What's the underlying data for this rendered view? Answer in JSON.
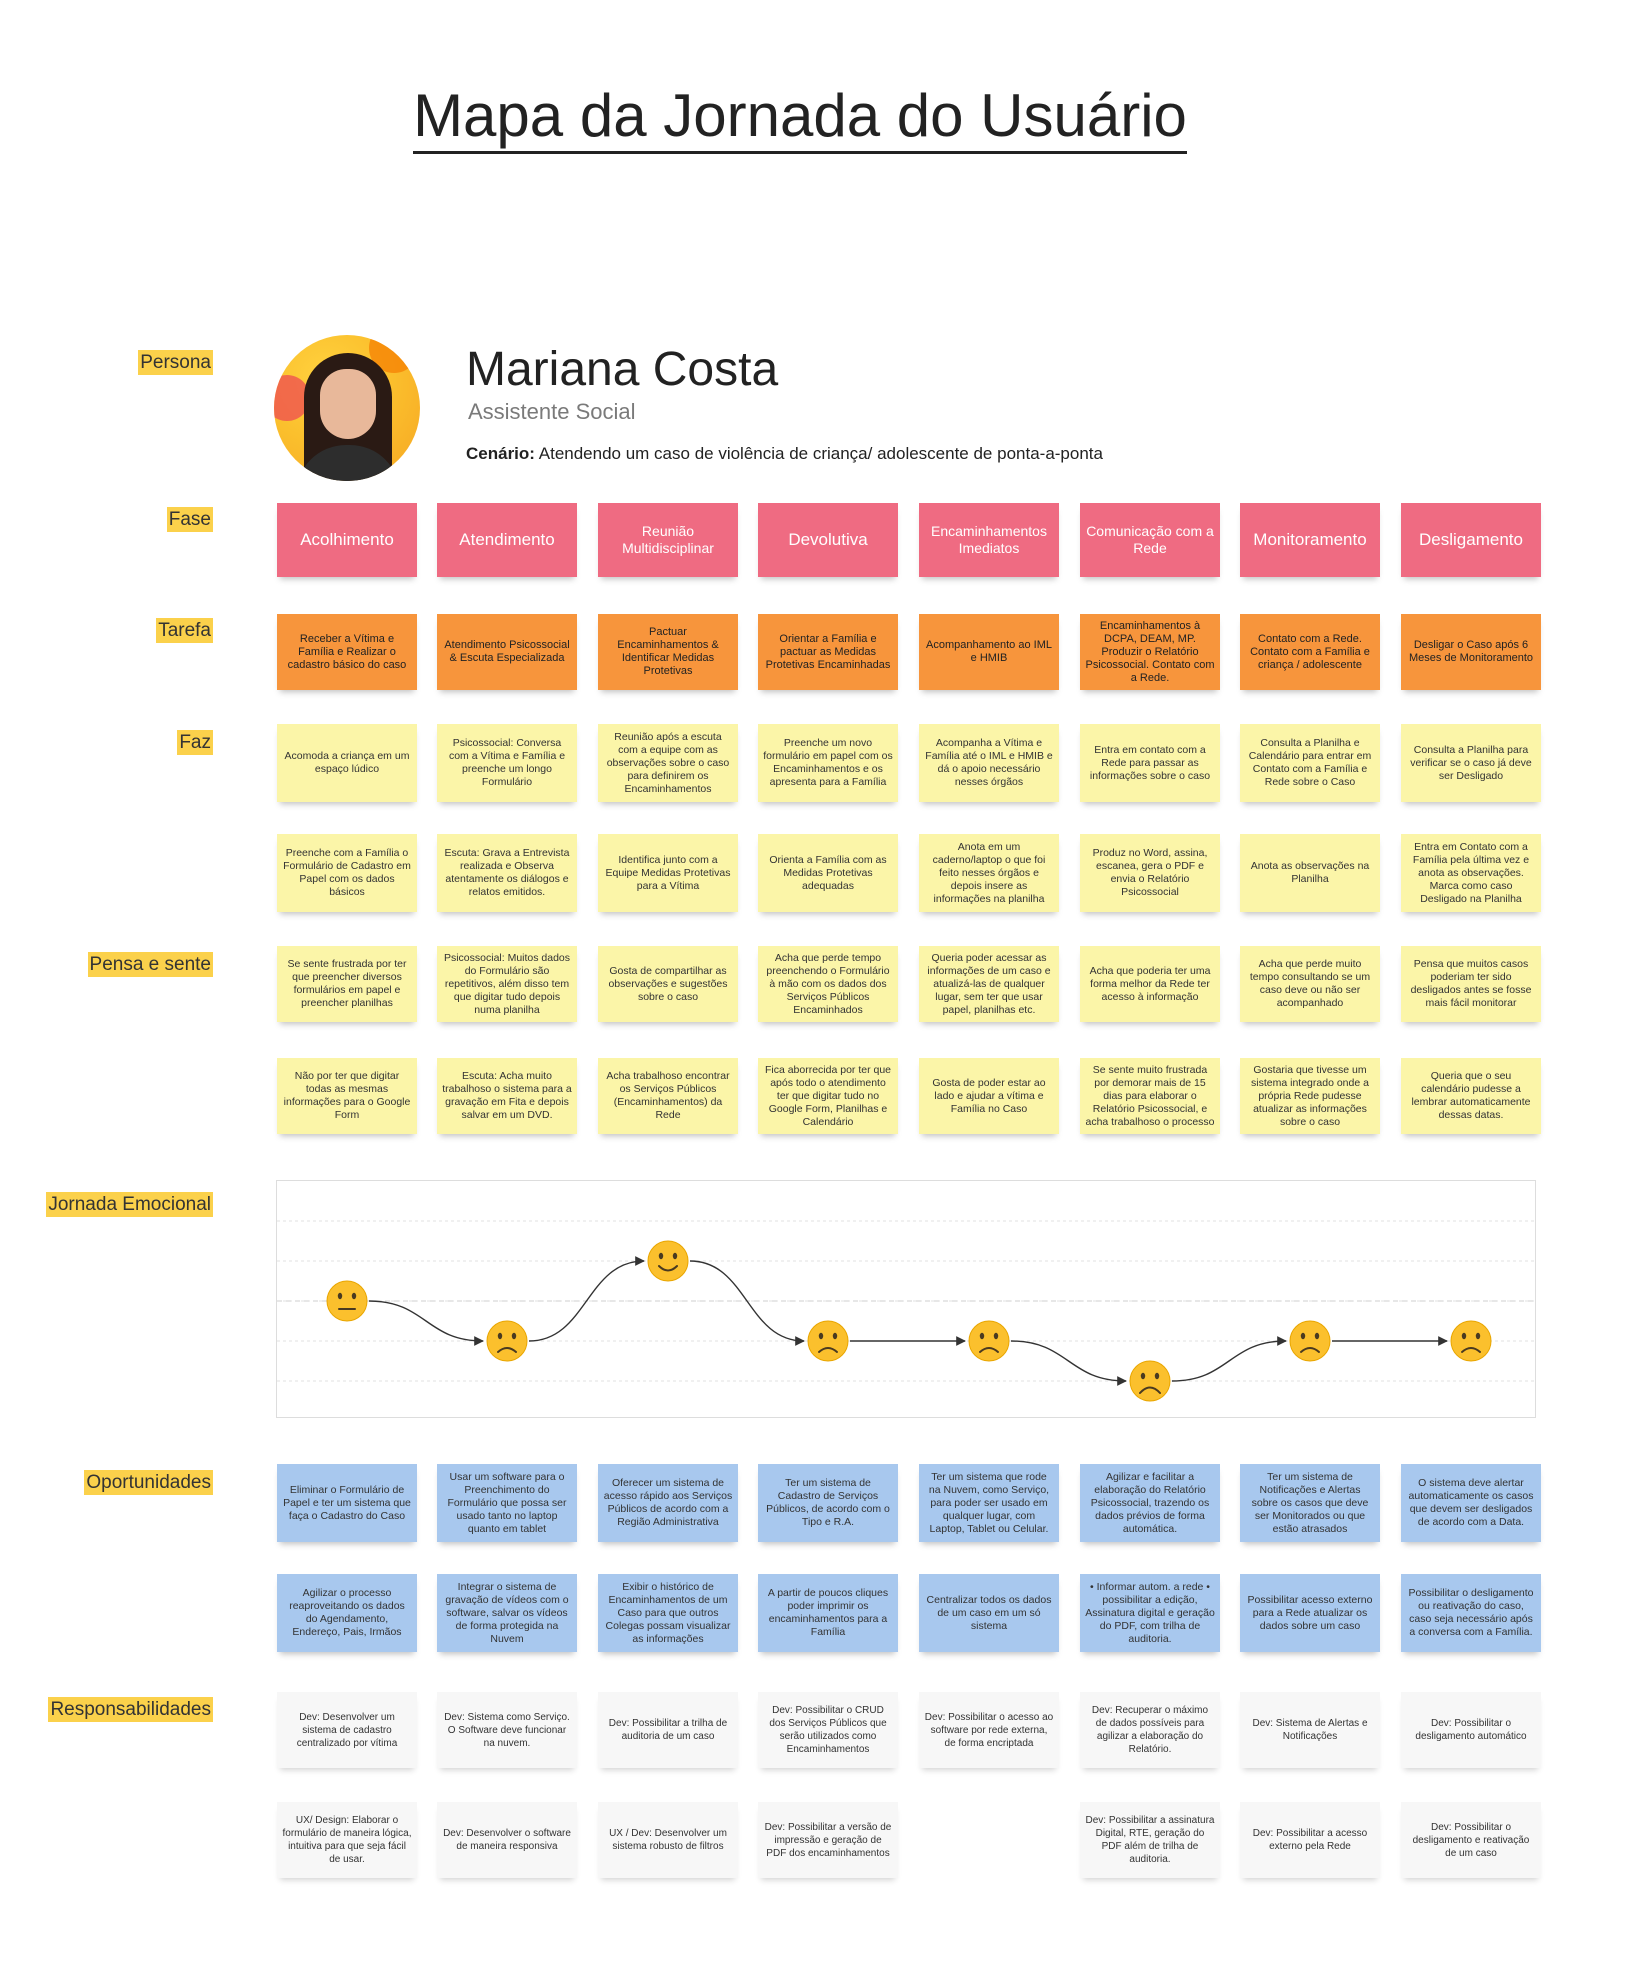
{
  "title": "Mapa da Jornada do Usuário",
  "labels": {
    "persona": "Persona",
    "fase": "Fase",
    "tarefa": "Tarefa",
    "faz": "Faz",
    "pensa": "Pensa e sente",
    "jornada": "Jornada Emocional",
    "oportunidades": "Oportunidades",
    "responsabilidades": "Responsabilidades"
  },
  "persona": {
    "name": "Mariana Costa",
    "role": "Assistente Social",
    "scenario_label": "Cenário:",
    "scenario": " Atendendo um caso de violência de criança/ adolescente de ponta-a-ponta"
  },
  "colors": {
    "fase": "#ef6b82",
    "tarefa": "#f7953c",
    "faz": "#fbf5a8",
    "oportunidades": "#a8c8ee",
    "label_highlight": "#fbd14b",
    "emoji": "#fbc02d"
  },
  "fases": [
    "Acolhimento",
    "Atendimento",
    "Reunião Multidisciplinar",
    "Devolutiva",
    "Encaminhamentos Imediatos",
    "Comunicação com a Rede",
    "Monitoramento",
    "Desligamento"
  ],
  "tarefas": [
    "Receber a Vítima e Família e Realizar o cadastro básico do caso",
    "Atendimento Psicossocial & Escuta Especializada",
    "Pactuar Encaminhamentos & Identificar Medidas Protetivas",
    "Orientar a Família e pactuar as Medidas Protetivas Encaminhadas",
    "Acompanhamento ao IML e HMIB",
    "Encaminhamentos à DCPA, DEAM, MP. Produzir o Relatório Psicossocial. Contato com a Rede.",
    "Contato com a Rede. Contato com a Família e criança / adolescente",
    "Desligar o Caso após 6 Meses de Monitoramento"
  ],
  "faz1": [
    "Acomoda a criança em um espaço lúdico",
    "Psicossocial: Conversa com a Vítima e Família e preenche um longo Formulário",
    "Reunião após a escuta com a equipe com as observações sobre o caso para definirem os Encaminhamentos",
    "Preenche um novo formulário em papel com os Encaminhamentos e os apresenta para a Família",
    "Acompanha a Vítima e Família até o IML e HMIB e dá o apoio necessário nesses órgãos",
    "Entra em contato com a Rede para passar as informações sobre o caso",
    "Consulta a Planilha e Calendário para entrar em Contato com a Família e Rede sobre o Caso",
    "Consulta a Planilha para verificar se o caso já deve ser Desligado"
  ],
  "faz2": [
    "Preenche com a Família o Formulário de Cadastro em Papel com os dados básicos",
    "Escuta: Grava a Entrevista realizada e Observa atentamente os diálogos e relatos emitidos.",
    "Identifica junto com a Equipe Medidas Protetivas para a Vítima",
    "Orienta a Família com as Medidas Protetivas adequadas",
    "Anota em um caderno/laptop o que foi feito nesses órgãos e depois insere as informações na planilha",
    "Produz no Word, assina, escanea, gera o PDF e envia o Relatório Psicossocial",
    "Anota as observações na Planilha",
    "Entra em Contato com a Família pela última vez e anota as observações. Marca como caso Desligado na Planilha"
  ],
  "pensa1": [
    "Se sente frustrada por ter que preencher diversos formulários em papel e preencher planilhas",
    "Psicossocial: Muitos dados do Formulário são repetitivos, além disso tem que digitar tudo depois numa planilha",
    "Gosta de compartilhar as observações e sugestões sobre o caso",
    "Acha que perde tempo preenchendo o Formulário à mão com os dados dos Serviços Públicos Encaminhados",
    "Queria poder acessar as informações de um caso e atualizá-las de qualquer lugar, sem ter que usar papel, planilhas etc.",
    "Acha que poderia ter uma forma melhor da Rede ter acesso à informação",
    "Acha que perde muito tempo consultando se um caso deve ou não ser acompanhado",
    "Pensa que muitos casos poderiam ter sido desligados antes se fosse mais fácil monitorar"
  ],
  "pensa2": [
    "Não por ter que digitar todas as mesmas informações para o Google Form",
    "Escuta: Acha muito trabalhoso o sistema para a gravação em Fita e depois salvar em um DVD.",
    "Acha trabalhoso encontrar os Serviços Públicos (Encaminhamentos) da Rede",
    "Fica aborrecida por ter que após todo o atendimento ter que digitar tudo no Google Form, Planilhas e Calendário",
    "Gosta de poder estar ao lado e ajudar a vítima e Família no Caso",
    "Se sente muito frustrada por demorar mais de 15 dias para elaborar o Relatório Psicossocial, e acha trabalhoso o processo",
    "Gostaria que tivesse um sistema integrado onde a própria Rede pudesse atualizar as informações sobre o caso",
    "Queria que o seu calendário pudesse a lembrar automaticamente dessas datas."
  ],
  "chart_data": {
    "type": "line",
    "categories": [
      "Acolhimento",
      "Atendimento",
      "Reunião Multidisciplinar",
      "Devolutiva",
      "Encaminhamentos Imediatos",
      "Comunicação com a Rede",
      "Monitoramento",
      "Desligamento"
    ],
    "values": [
      0,
      -1,
      1,
      -1,
      -1,
      -2,
      -1,
      -1
    ],
    "moods": [
      "neutral",
      "sad",
      "happy",
      "sad",
      "sad",
      "very-sad",
      "sad",
      "sad"
    ],
    "ylim": [
      -2,
      1
    ]
  },
  "opp1": [
    "Eliminar o Formulário de Papel e ter um sistema que faça o Cadastro do Caso",
    "Usar um software para o Preenchimento do Formulário que possa ser usado tanto no laptop quanto em tablet",
    "Oferecer um sistema de acesso rápido aos Serviços Públicos de acordo com a Região Administrativa",
    "Ter um sistema de Cadastro de Serviços Públicos, de acordo com o Tipo e R.A.",
    "Ter um sistema que rode na Nuvem, como Serviço, para poder ser usado em qualquer lugar, com Laptop, Tablet ou Celular.",
    "Agilizar e facilitar a elaboração do Relatório Psicossocial, trazendo os dados prévios de forma automática.",
    "Ter um sistema de Notificações e Alertas sobre os casos que deve ser Monitorados ou que estão atrasados",
    "O sistema deve alertar automaticamente os casos que devem ser desligados de acordo com a Data."
  ],
  "opp2": [
    "Agilizar o processo reaproveitando os dados do Agendamento, Endereço, Pais, Irmãos",
    "Integrar o sistema de gravação de vídeos com o software, salvar os vídeos de forma protegida na Nuvem",
    "Exibir o histórico de Encaminhamentos de um Caso para que outros Colegas possam visualizar as informações",
    "A partir de poucos cliques poder imprimir os encaminhamentos para a Família",
    "Centralizar todos os dados de um caso em um só sistema",
    "• Informar autom. a rede • possibilitar a edição, Assinatura digital e geração do PDF, com trilha de auditoria.",
    "Possibilitar acesso externo para a Rede atualizar os dados sobre um caso",
    "Possibilitar o desligamento ou reativação do caso, caso seja necessário após a conversa com a Família."
  ],
  "resp1": [
    "Dev: Desenvolver um sistema de cadastro centralizado por vítima",
    "Dev: Sistema como Serviço. O Software deve funcionar na nuvem.",
    "Dev: Possibilitar a trilha de auditoria de um caso",
    "Dev: Possibilitar o CRUD dos Serviços Públicos que serão utilizados como Encaminhamentos",
    "Dev: Possibilitar o acesso ao software por rede externa, de forma encriptada",
    "Dev: Recuperar o máximo de dados possíveis para agilizar a elaboração do Relatório.",
    "Dev: Sistema de Alertas e Notificações",
    "Dev: Possibilitar o desligamento automático"
  ],
  "resp2": [
    "UX/ Design: Elaborar o formulário de maneira lógica, intuitiva para que seja fácil de usar.",
    "Dev: Desenvolver o software de maneira responsiva",
    "UX / Dev: Desenvolver um sistema robusto de filtros",
    "Dev: Possibilitar a versão de impressão e geração de PDF dos encaminhamentos",
    "",
    "Dev: Possibilitar a assinatura Digital, RTE, geração do PDF além de trilha de auditoria.",
    "Dev: Possibilitar a acesso externo pela Rede",
    "Dev: Possibilitar o desligamento e reativação de um caso"
  ]
}
